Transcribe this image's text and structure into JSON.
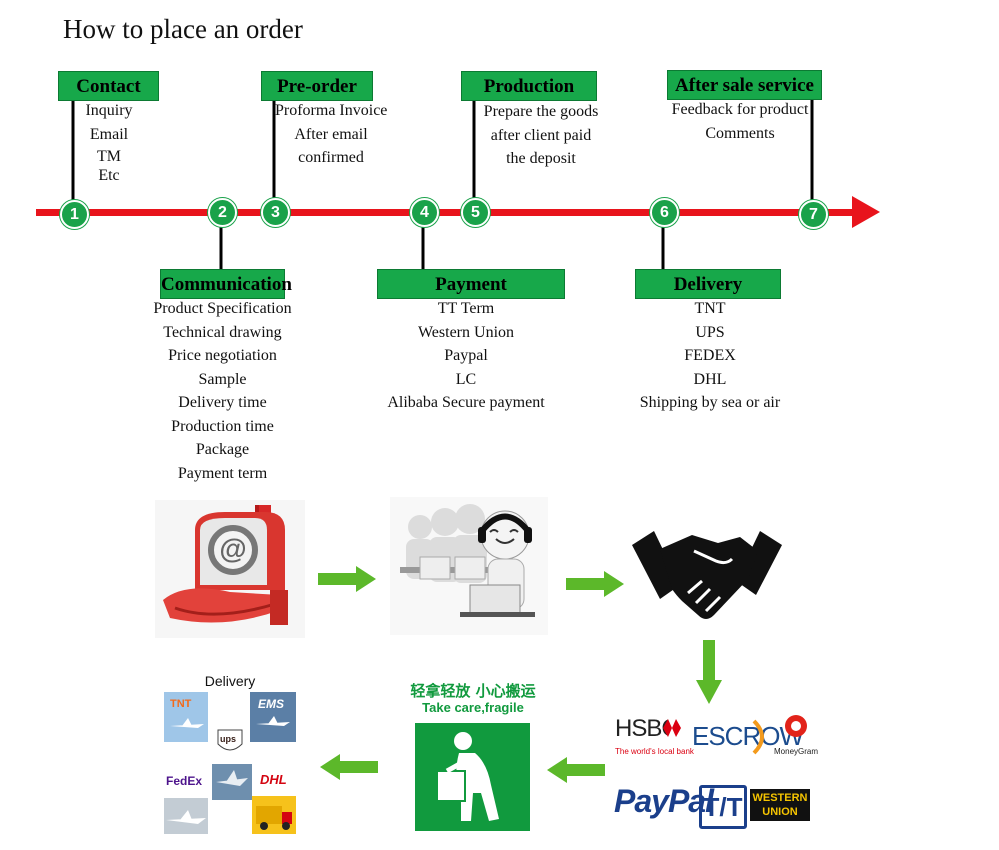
{
  "title": "How to place an order",
  "stages": [
    {
      "num": "1",
      "label": "Contact",
      "items": [
        "Inquiry",
        "Email",
        "TM",
        "Etc"
      ]
    },
    {
      "num": "2",
      "label": "Communication",
      "items": [
        "Product Specification",
        "Technical drawing",
        "Price negotiation",
        "Sample",
        "Delivery time",
        "Production time",
        "Package",
        "Payment term"
      ]
    },
    {
      "num": "3",
      "label": "Pre-order",
      "items": [
        "Proforma Invoice",
        "After email",
        "confirmed"
      ]
    },
    {
      "num": "4",
      "label": "Payment",
      "items": [
        "TT Term",
        "Western Union",
        "Paypal",
        "LC",
        "Alibaba Secure payment"
      ]
    },
    {
      "num": "5",
      "label": "Production",
      "items": [
        "Prepare the goods",
        "after client paid",
        "the deposit"
      ]
    },
    {
      "num": "6",
      "label": "Delivery",
      "items": [
        "TNT",
        "UPS",
        "FEDEX",
        "DHL",
        "Shipping by sea or air"
      ]
    },
    {
      "num": "7",
      "label": "After sale service",
      "items": [
        "Feedback for product",
        "Comments"
      ]
    }
  ],
  "delivery_panel": {
    "title": "Delivery",
    "logos": [
      "TNT",
      "EMS",
      "ups",
      "FedEx",
      "DHL"
    ]
  },
  "fragile_panel": {
    "chinese": "轻拿轻放 小心搬运",
    "english": "Take care,fragile"
  },
  "payment_panel": {
    "hsbc": "HSBC",
    "hsbc_tag": "The world's local bank",
    "escrow": "ESCROW",
    "moneygram": "MoneyGram",
    "paypal": "PayPal",
    "tt": "T/T",
    "western": "WESTERN",
    "union": "UNION"
  },
  "colors": {
    "timeline": "#e8141c",
    "label_bg": "#17a84a",
    "flow_arrow": "#5cb82a"
  }
}
